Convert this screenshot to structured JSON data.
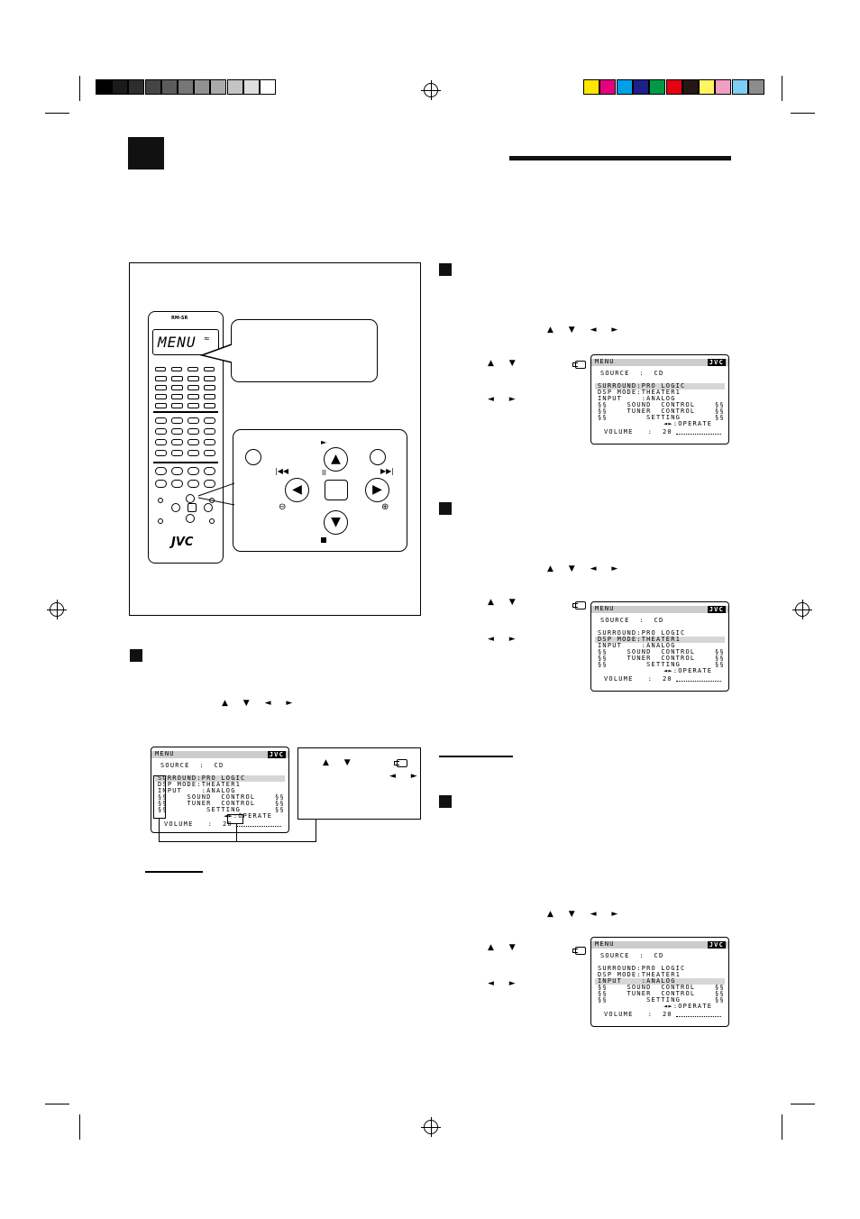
{
  "remote": {
    "brand_top": "RM-SR",
    "display_text": "MENU",
    "logo": "JVC"
  },
  "osd_screens": [
    {
      "title": "MENU",
      "logo": "JVC",
      "source": "SOURCE  :  CD",
      "surround": "SURROUND:PRO LOGIC",
      "dsp": "DSP MODE:THEATER1",
      "input": "INPUT    :ANALOG",
      "sound": "§§    SOUND  CONTROL    §§",
      "tuner": "§§    TUNER  CONTROL    §§",
      "setting": "§§        SETTING       §§",
      "operate": "◄►:OPERATE",
      "volume": "VOLUME   :  20"
    },
    {
      "title": "MENU",
      "logo": "JVC",
      "source": "SOURCE  :  CD",
      "surround": "SURROUND:PRO LOGIC",
      "dsp": "DSP MODE:THEATER1",
      "input": "INPUT    :ANALOG",
      "sound": "§§    SOUND  CONTROL    §§",
      "tuner": "§§    TUNER  CONTROL    §§",
      "setting": "§§        SETTING       §§",
      "operate": "◄►:OPERATE",
      "volume": "VOLUME   :  20"
    },
    {
      "title": "MENU",
      "logo": "JVC",
      "source": "SOURCE  :  CD",
      "surround": "SURROUND:PRO LOGIC",
      "dsp": "DSP MODE:THEATER1",
      "input": "INPUT    :ANALOG",
      "sound": "§§    SOUND  CONTROL    §§",
      "tuner": "§§    TUNER  CONTROL    §§",
      "setting": "§§        SETTING       §§",
      "operate": "◄►:OPERATE",
      "volume": "VOLUME   :  20"
    },
    {
      "title": "MENU",
      "logo": "JVC",
      "source": "SOURCE  :  CD",
      "surround": "SURROUND:PRO LOGIC",
      "dsp": "DSP MODE:THEATER1",
      "input": "INPUT    :ANALOG",
      "sound": "§§    SOUND  CONTROL    §§",
      "tuner": "§§    TUNER  CONTROL    §§",
      "setting": "§§        SETTING       §§",
      "operate": "◄►:OPERATE",
      "volume": "VOLUME   :  20"
    }
  ],
  "arrows": {
    "all4": "▲ ▼ ◄ ►",
    "updown": "▲ ▼",
    "leftright": "◄ ►"
  },
  "colors": {
    "gray_bar": [
      "#000000",
      "#1a1a1a",
      "#2e2e2e",
      "#454545",
      "#5c5c5c",
      "#777777",
      "#919191",
      "#aaaaaa",
      "#c4c4c4",
      "#dedede",
      "#ffffff"
    ],
    "color_bar": [
      "#ffe600",
      "#e4007f",
      "#00a0e9",
      "#1d2088",
      "#009944",
      "#e60012",
      "#231815",
      "#fff462",
      "#f19ec2",
      "#7ecef4",
      "#8c8c8c"
    ]
  }
}
